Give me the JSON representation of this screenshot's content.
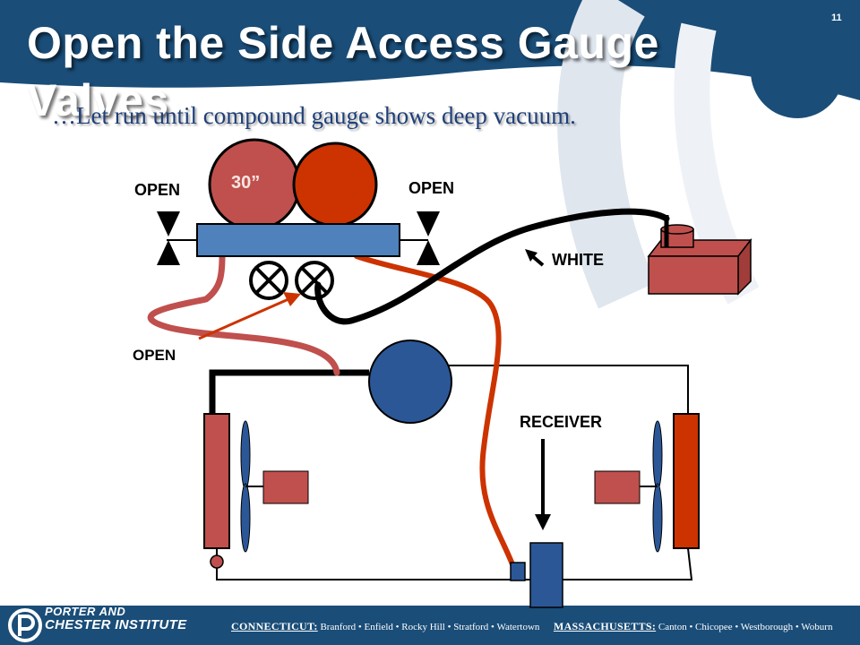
{
  "slide": {
    "title": "Open the Side Access Gauge Valves",
    "subtitle": "…Let run until compound gauge shows deep vacuum.",
    "page_number": "11"
  },
  "diagram": {
    "labels": {
      "open_left": "OPEN",
      "open_right": "OPEN",
      "open_lower": "OPEN",
      "gauge_reading": "30”",
      "white": "WHITE",
      "receiver": "RECEIVER"
    }
  },
  "footer": {
    "logo_line1": "PORTER AND",
    "logo_line2": "CHESTER INSTITUTE",
    "ct_label": "CONNECTICUT:",
    "ct_towns": "Branford • Enfield • Rocky Hill • Stratford • Watertown",
    "ma_label": "MASSACHUSETTS:",
    "ma_towns": "Canton • Chicopee • Westborough • Woburn"
  },
  "colors": {
    "header_blue": "#1a4d78",
    "gauge_red": "#c0504d",
    "gauge_orange_red": "#cc3300",
    "manifold_blue": "#4f81bd",
    "compressor_blue": "#2b5797",
    "pipe_black": "#000000"
  },
  "icons": [
    "valve-icon",
    "arrow-icon",
    "fan-icon",
    "logo-icon"
  ]
}
